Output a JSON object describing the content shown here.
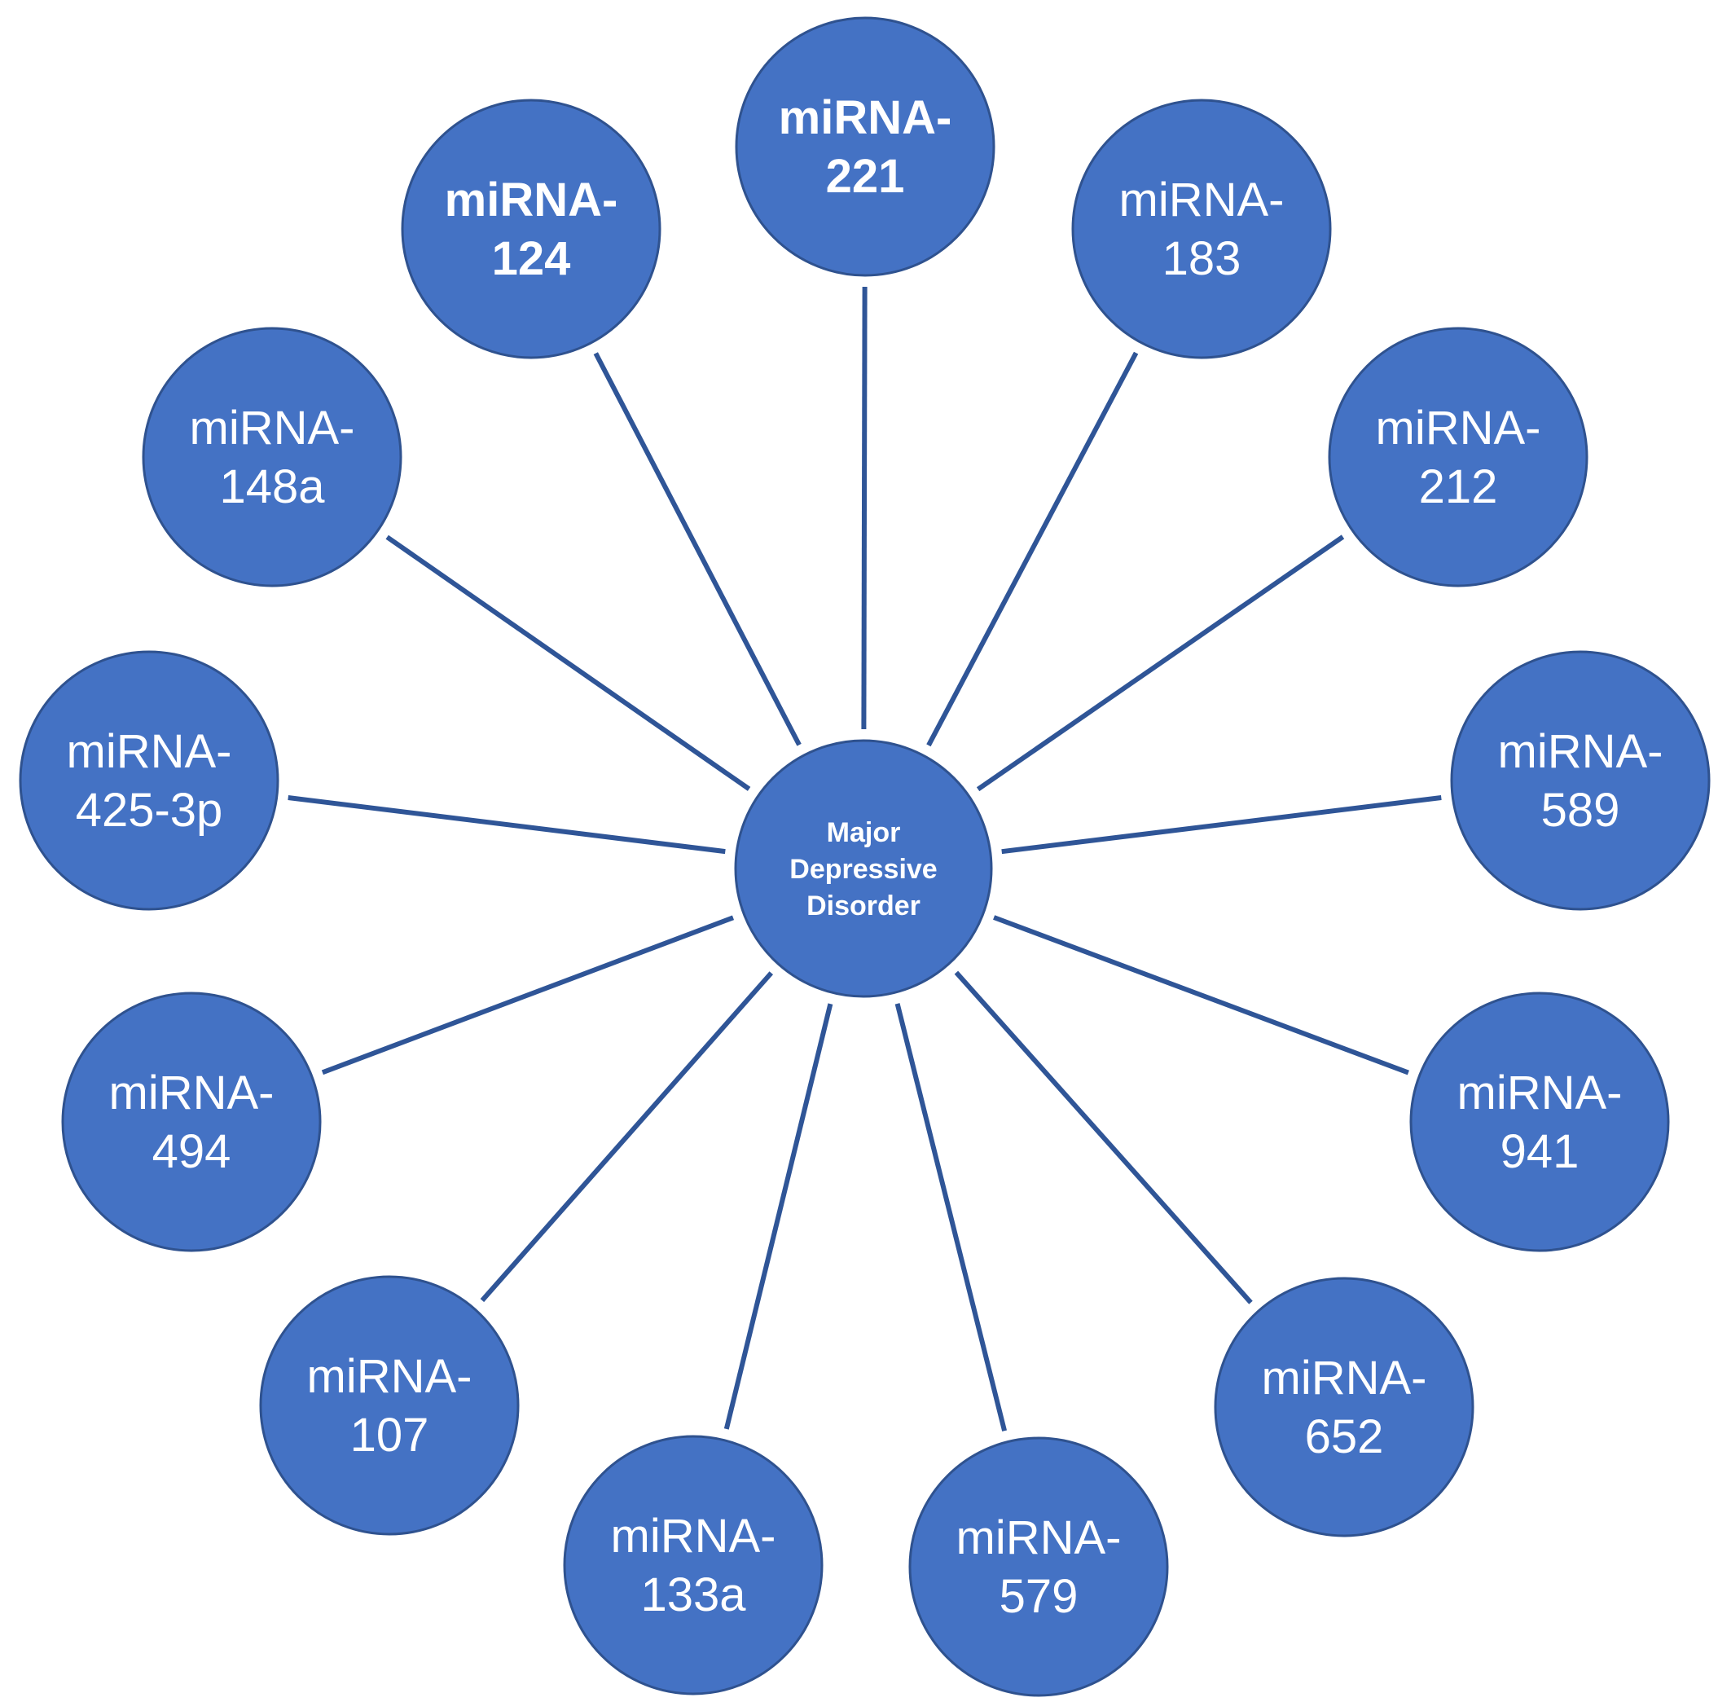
{
  "colors": {
    "node_fill": "#4472C4",
    "node_stroke": "#2F528F",
    "connector": "#2F5597",
    "text": "#FFFFFF",
    "background": "#FFFFFF"
  },
  "center": {
    "lines": [
      "Major",
      "Depressive",
      "Disorder"
    ],
    "bold": true
  },
  "nodes": [
    {
      "lines": [
        "miRNA-",
        "221"
      ],
      "bold": true
    },
    {
      "lines": [
        "miRNA-",
        "183"
      ],
      "bold": false
    },
    {
      "lines": [
        "miRNA-",
        "212"
      ],
      "bold": false
    },
    {
      "lines": [
        "miRNA-",
        "589"
      ],
      "bold": false
    },
    {
      "lines": [
        "miRNA-",
        "941"
      ],
      "bold": false
    },
    {
      "lines": [
        "miRNA-",
        "652"
      ],
      "bold": false
    },
    {
      "lines": [
        "miRNA-",
        "579"
      ],
      "bold": false
    },
    {
      "lines": [
        "miRNA-",
        "133a"
      ],
      "bold": false
    },
    {
      "lines": [
        "miRNA-",
        "107"
      ],
      "bold": false
    },
    {
      "lines": [
        "miRNA-",
        "494"
      ],
      "bold": false
    },
    {
      "lines": [
        "miRNA-",
        "425-3p"
      ],
      "bold": false
    },
    {
      "lines": [
        "miRNA-",
        "148a"
      ],
      "bold": false
    },
    {
      "lines": [
        "miRNA-",
        "124"
      ],
      "bold": true
    }
  ]
}
